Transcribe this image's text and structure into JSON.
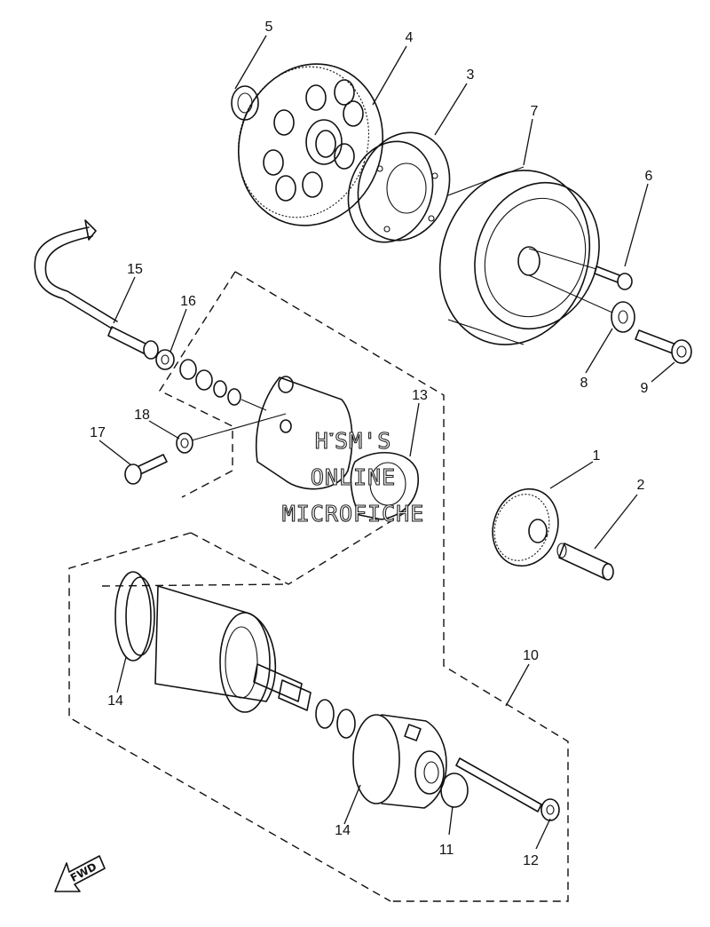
{
  "callouts": [
    "1",
    "2",
    "3",
    "4",
    "5",
    "6",
    "7",
    "8",
    "9",
    "10",
    "11",
    "12",
    "13",
    "14",
    "15",
    "16",
    "17",
    "18"
  ],
  "watermark": {
    "line1": "H་SM'S",
    "line2": "ONLINE",
    "line3": "MICROFICHE"
  },
  "direction_label": "FWD"
}
